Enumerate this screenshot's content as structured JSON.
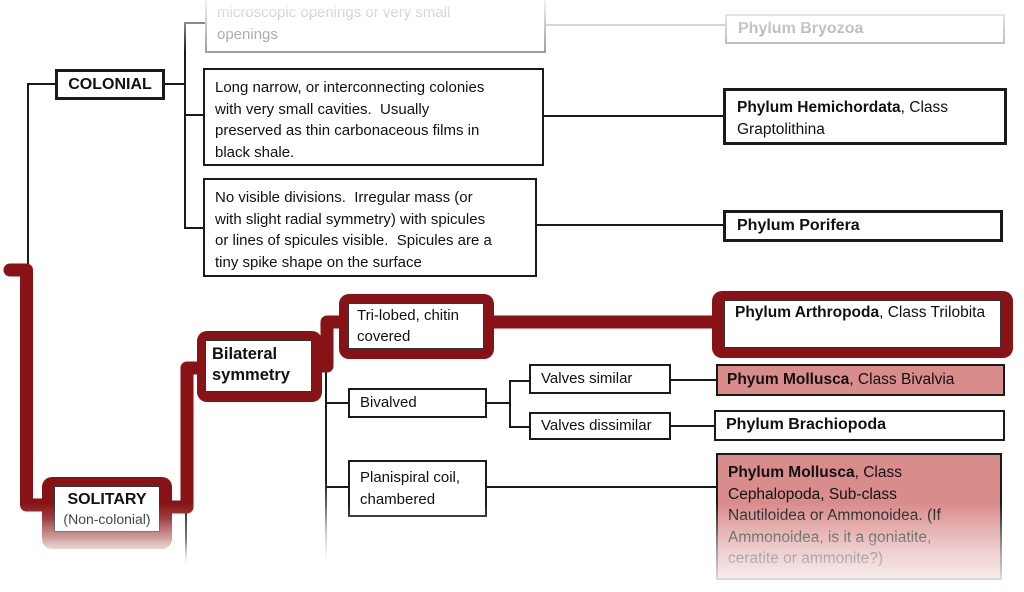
{
  "colors": {
    "highlight_red": "#871316",
    "result_pink": "#d98c8c",
    "line_black": "#1a1a1a",
    "faded_gray": "#9a9a9a"
  },
  "nodes": {
    "microscopic_openings": {
      "lines": [
        "microscopic openings or very small",
        "openings"
      ]
    },
    "colonial": {
      "label": "COLONIAL"
    },
    "long_narrow": {
      "lines": [
        "Long narrow, or interconnecting colonies",
        "with very small cavities.  Usually",
        "preserved as thin carbonaceous films in",
        "black shale."
      ]
    },
    "no_divisions": {
      "lines": [
        "No visible divisions.  Irregular mass (or",
        "with slight radial symmetry) with spicules",
        "or lines of spicules visible.  Spicules are a",
        "tiny spike shape on the surface"
      ]
    },
    "bryozoa": {
      "bold": "Phylum Bryozoa"
    },
    "hemichordata": {
      "bold": "Phylum Hemichordata",
      "rest": ", Class Graptolithina"
    },
    "porifera": {
      "bold": "Phylum Porifera"
    },
    "bilateral": {
      "label": "Bilateral symmetry"
    },
    "trilobed": {
      "label": "Tri-lobed, chitin covered"
    },
    "arthropoda": {
      "bold": "Phylum Arthropoda",
      "rest": ", Class Trilobita"
    },
    "bivalved": {
      "label": "Bivalved"
    },
    "valves_similar": {
      "label": "Valves similar"
    },
    "valves_dissimilar": {
      "label": "Valves dissimilar"
    },
    "mollusca_bivalvia": {
      "bold": "Phyum Mollusca",
      "rest": ", Class Bivalvia"
    },
    "brachiopoda": {
      "bold": "Phylum Brachiopoda"
    },
    "planispiral": {
      "label": "Planispiral coil, chambered"
    },
    "mollusca_cephalopoda": {
      "bold": "Phylum Mollusca",
      "rest_line1": ", Class",
      "lines": [
        "Cephalopoda, Sub-class",
        "Nautiloidea or Ammonoidea. (If",
        "Ammonoidea, is it a goniatite,",
        "ceratite or ammonite?)"
      ]
    },
    "solitary": {
      "label": "SOLITARY",
      "sublabel": "(Non-colonial)"
    }
  }
}
